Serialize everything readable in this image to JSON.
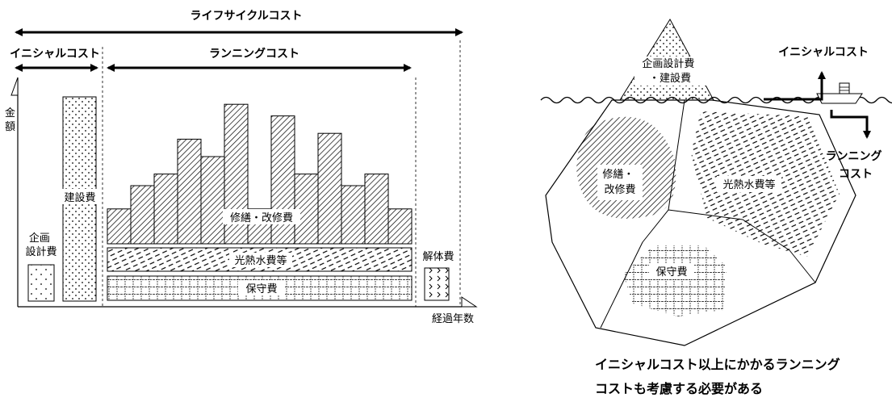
{
  "left_diagram": {
    "lifecycle_label": "ライフサイクルコスト",
    "initial_label": "イニシャルコスト",
    "running_label": "ランニングコスト",
    "y_axis_label": "金額",
    "x_axis_label": "経過年数",
    "planning_label": "企画設計費",
    "construction_label": "建設費",
    "repair_label": "修繕・改修費",
    "utility_label": "光熱水費等",
    "maintenance_label": "保守費",
    "demolition_label": "解体費",
    "repair_bar_levels": [
      3,
      5,
      6,
      9,
      7.5,
      12,
      3,
      11,
      6,
      9.5,
      5,
      6,
      3
    ]
  },
  "right_diagram": {
    "tip_label_line1": "企画設計費",
    "tip_label_line2": "・建設費",
    "initial_label": "イニシャルコスト",
    "running_label_line1": "ランニング",
    "running_label_line2": "コスト",
    "repair_label_line1": "修繕・",
    "repair_label_line2": "改修費",
    "utility_label": "光熱水費等",
    "maintenance_label": "保守費"
  },
  "caption": {
    "line1": "イニシャルコスト以上にかかるランニング",
    "line2": "コストも考慮する必要がある"
  }
}
